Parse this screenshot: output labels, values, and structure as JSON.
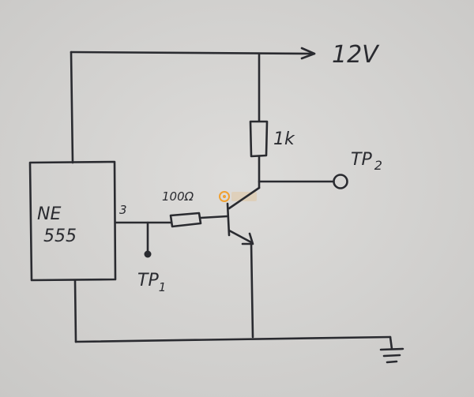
{
  "supply_label": "12V",
  "ic": {
    "label_line1": "NE",
    "label_line2": "555",
    "pin_number": "3"
  },
  "resistor_collector_label": "1k",
  "resistor_base_label": "100Ω",
  "test_point_1": {
    "prefix": "TP",
    "index": "1"
  },
  "test_point_2": {
    "prefix": "TP",
    "index": "2"
  },
  "colors": {
    "ink": "#2a2b30",
    "paper": "#d8d7d5",
    "watermark": "#f0a030"
  }
}
